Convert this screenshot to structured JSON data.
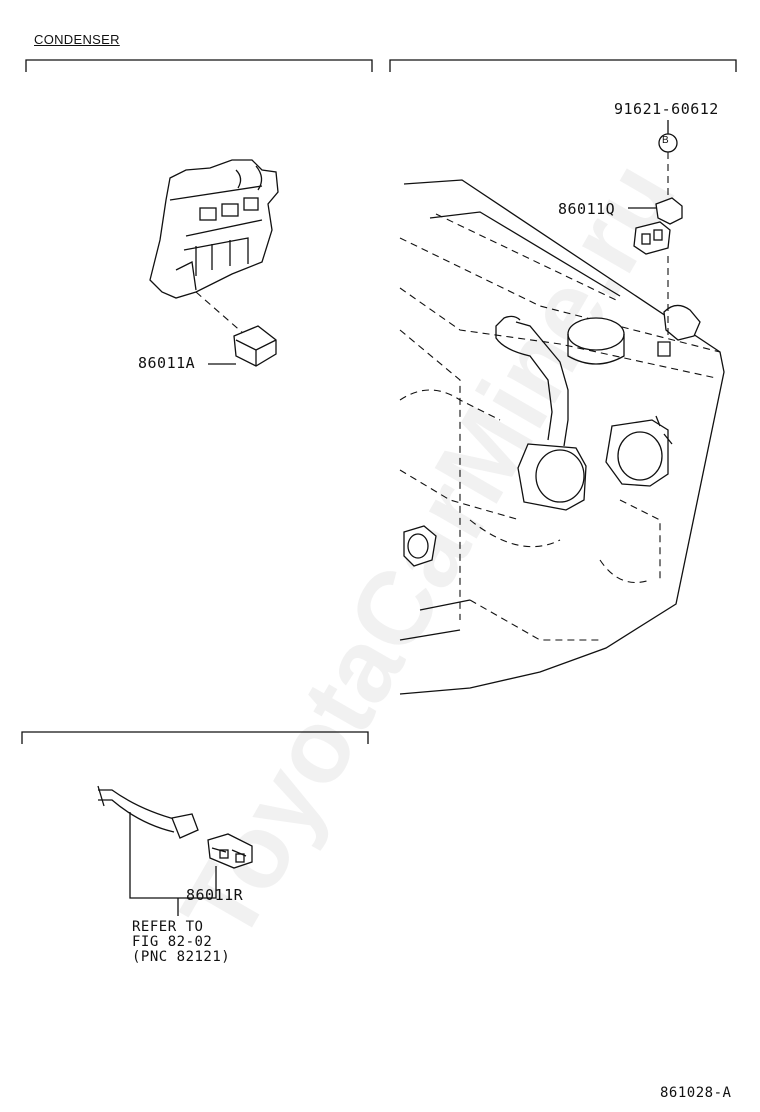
{
  "header": {
    "title": "CONDENSER"
  },
  "parts": {
    "relay": "86011A",
    "sensor": "86011Q",
    "bolt": "91621-60612",
    "connector": "86011R"
  },
  "callout": {
    "bolt_marker": "B"
  },
  "reference": {
    "line1": "REFER TO",
    "line2": "FIG 82-02",
    "line3": "(PNC 82121)"
  },
  "figure": {
    "number": "861028-A"
  },
  "watermark": {
    "text": "ToyotaCarMine.ru"
  }
}
